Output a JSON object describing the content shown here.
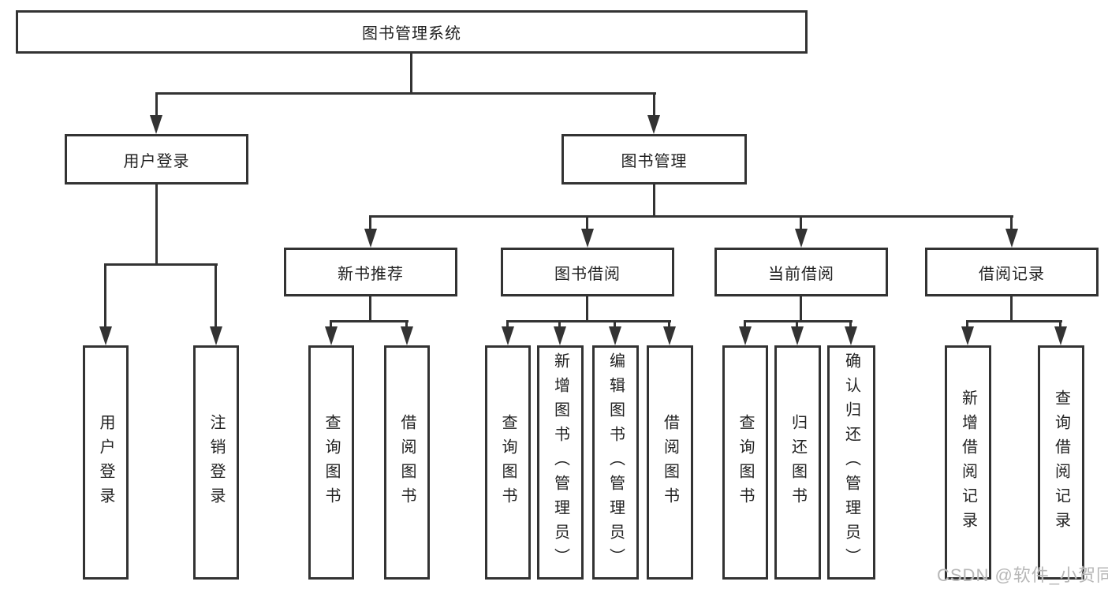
{
  "diagram": {
    "type": "tree",
    "orientation": "top-down",
    "tree": {
      "root": {
        "label": "图书管理系统",
        "children": [
          {
            "label": "用户登录",
            "children": [
              {
                "label": "用户登录"
              },
              {
                "label": "注销登录"
              }
            ]
          },
          {
            "label": "图书管理",
            "children": [
              {
                "label": "新书推荐",
                "children": [
                  {
                    "label": "查询图书"
                  },
                  {
                    "label": "借阅图书"
                  }
                ]
              },
              {
                "label": "图书借阅",
                "children": [
                  {
                    "label": "查询图书"
                  },
                  {
                    "label": "新增图书（管理员）"
                  },
                  {
                    "label": "编辑图书（管理员）"
                  },
                  {
                    "label": "借阅图书"
                  }
                ]
              },
              {
                "label": "当前借阅",
                "children": [
                  {
                    "label": "查询图书"
                  },
                  {
                    "label": "归还图书"
                  },
                  {
                    "label": "确认归还（管理员）"
                  }
                ]
              },
              {
                "label": "借阅记录",
                "children": [
                  {
                    "label": "新增借阅记录"
                  },
                  {
                    "label": "查询借阅记录"
                  }
                ]
              }
            ]
          }
        ]
      }
    }
  },
  "watermark": "CSDN @软件_小贺同学",
  "colors": {
    "line": "#333333",
    "text": "#222222",
    "bg": "#ffffff",
    "watermark": "#b7b7b7"
  }
}
